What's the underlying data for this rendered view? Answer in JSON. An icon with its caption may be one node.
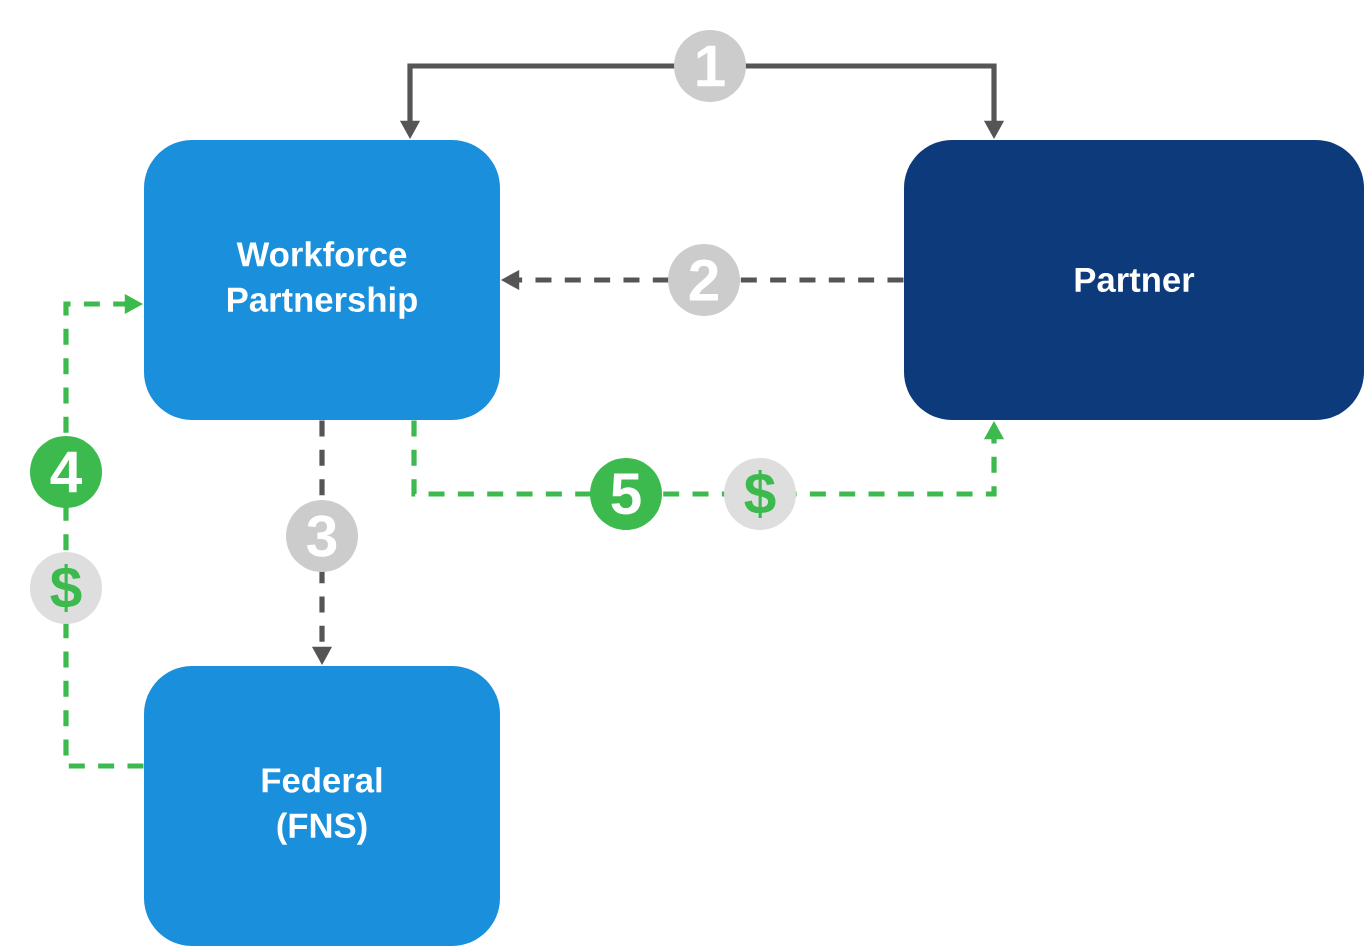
{
  "diagram": {
    "nodes": [
      {
        "text": [
          "Workforce Partnership"
        ]
      },
      {
        "text": [
          "Partner"
        ]
      },
      {
        "text": [
          "Federal (FNS)"
        ]
      }
    ],
    "edges": [
      {
        "from": 0,
        "to": 1,
        "arrow": "both",
        "label": "1"
      },
      {
        "from": 1,
        "to": 0,
        "arrow": "to",
        "label": "2",
        "style": "dashed"
      },
      {
        "from": 0,
        "to": 2,
        "arrow": "to",
        "label": "3",
        "style": "dashed"
      },
      {
        "from": 2,
        "to": 0,
        "arrow": "to",
        "label": "4",
        "style": "dashed",
        "color": "#3dba4e"
      },
      {
        "from": 0,
        "to": 1,
        "arrow": "to",
        "label": "5",
        "style": "dashed",
        "color": "#3dba4e"
      }
    ],
    "labels": [
      "$",
      "$"
    ]
  }
}
